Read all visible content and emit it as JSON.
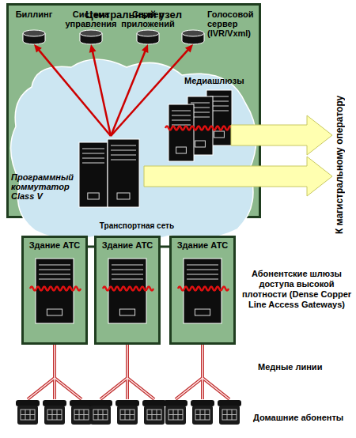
{
  "diagram": {
    "nodes": [
      {
        "text": [
          "Центральный узел"
        ]
      },
      {
        "text": [
          "Биллинг"
        ],
        "in": 0
      },
      {
        "text": [
          "Система управления"
        ],
        "in": 0
      },
      {
        "text": [
          "Сервер приложений"
        ],
        "in": 0
      },
      {
        "text": [
          "Голосовой сервер (IVR/Vxml)"
        ],
        "in": 0
      },
      {
        "text": [
          "Медиашлюзы"
        ],
        "in": 0
      },
      {
        "text": [
          "Программный коммутатор Class V"
        ],
        "in": 0
      },
      {
        "text": [
          "Здание АТС"
        ]
      },
      {
        "text": [
          "Здание АТС"
        ]
      },
      {
        "text": [
          "Здание АТС"
        ]
      }
    ],
    "edges": [
      {
        "from": 6,
        "to": 1,
        "arrow": "to"
      },
      {
        "from": 6,
        "to": 2,
        "arrow": "to"
      },
      {
        "from": 6,
        "to": 3,
        "arrow": "to"
      },
      {
        "from": 6,
        "to": 4,
        "arrow": "to"
      }
    ],
    "labels": [
      "Транспортная сеть",
      "К магистральному оператору",
      "Абонентские шлюзы доступа высокой плотности (Dense Copper Line Access Gateways)",
      "Медные линии",
      "Домашние абоненты"
    ]
  }
}
